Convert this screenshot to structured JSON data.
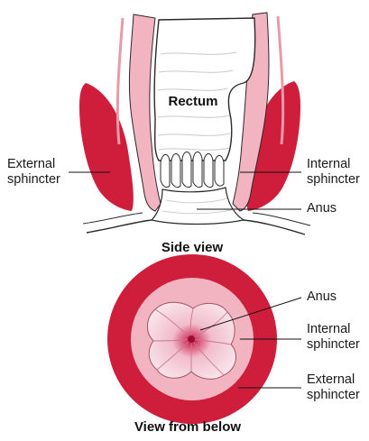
{
  "side_view": {
    "caption": "Side view",
    "labels": {
      "rectum": "Rectum",
      "external_sphincter": [
        "External",
        "sphincter"
      ],
      "internal_sphincter": [
        "Internal",
        "sphincter"
      ],
      "anus": "Anus"
    }
  },
  "below_view": {
    "caption": "View from below",
    "labels": {
      "anus": "Anus",
      "internal_sphincter": [
        "Internal",
        "sphincter"
      ],
      "external_sphincter": [
        "External",
        "sphincter"
      ]
    }
  },
  "colors": {
    "external_sphincter": "#cf1e3c",
    "internal_sphincter": "#f2b4c0",
    "mucosa": "#f6d6de",
    "lumen_center": "#b0103a",
    "outline": "#2a2a2a",
    "background": "#ffffff"
  }
}
